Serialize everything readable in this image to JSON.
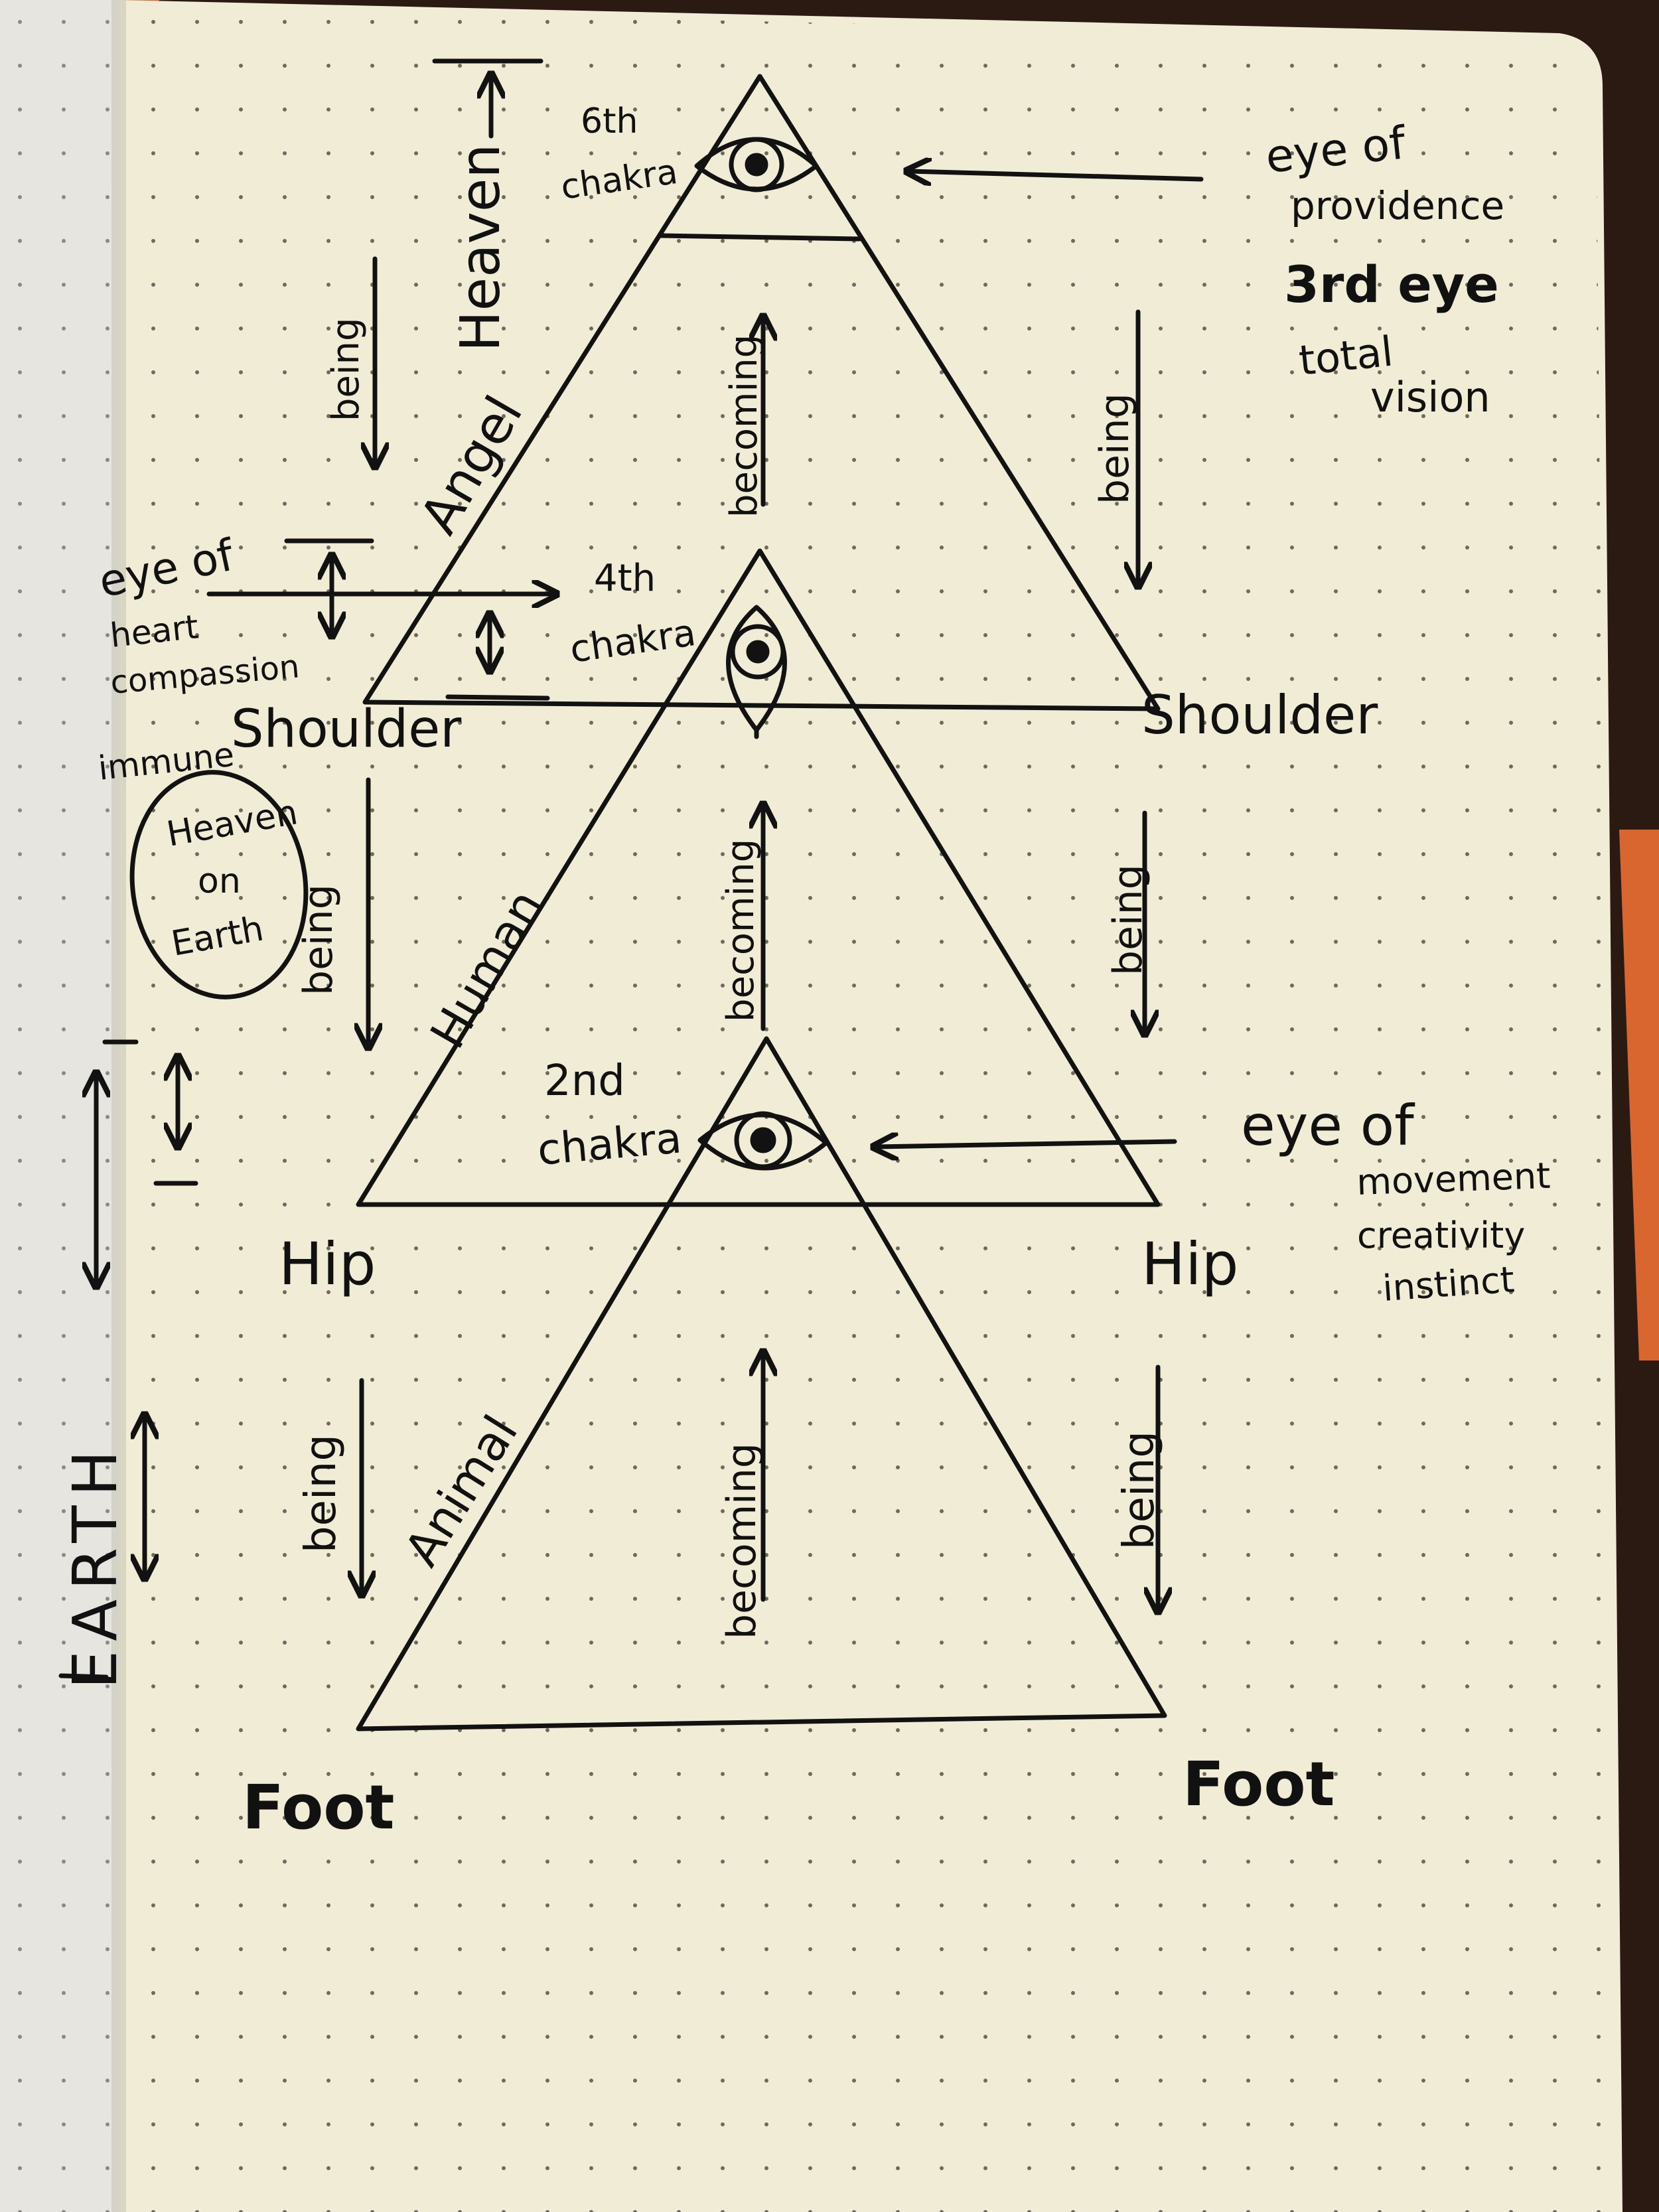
{
  "colors": {
    "ink": "#121212",
    "paper": "#f1ecd6",
    "left_page": "#e6e5e0",
    "background": "#2a1a12",
    "ribbon": "#d9662e"
  },
  "labels": {
    "heaven": "Heaven",
    "earth": "EARTH",
    "angel": "Angel",
    "human": "Human",
    "animal": "Animal",
    "shoulder_left": "Shoulder",
    "shoulder_right": "Shoulder",
    "hip_left": "Hip",
    "hip_right": "Hip",
    "foot_left": "Foot",
    "foot_right": "Foot",
    "chakra_6": [
      "6th",
      "chakra"
    ],
    "chakra_4": [
      "4th",
      "chakra"
    ],
    "chakra_2": [
      "2nd",
      "chakra"
    ],
    "being": "being",
    "becoming": "becoming",
    "immune": "immune",
    "heaven_on_earth": [
      "Heaven",
      "on",
      "Earth"
    ],
    "eye_of_heart": [
      "eye of",
      "heart",
      "compassion"
    ],
    "eye_of_providence": [
      "eye of",
      "providence",
      "3rd eye",
      "total",
      "vision"
    ],
    "eye_of_movement": [
      "eye of",
      "movement",
      "creativity",
      "instinct"
    ]
  }
}
